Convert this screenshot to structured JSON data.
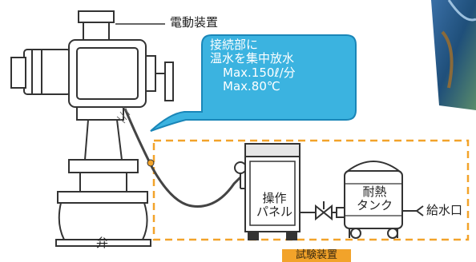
{
  "labels": {
    "actuator": "電動装置",
    "valve": "弁",
    "panel_line1": "操作",
    "panel_line2": "パネル",
    "tank_line1": "耐熱",
    "tank_line2": "タンク",
    "water_inlet": "給水口",
    "test_equipment": "試験装置"
  },
  "callout": {
    "line1": "接続部に",
    "line2": "温水を集中放水",
    "spec1": "Max.150ℓ/分",
    "spec2": "Max.80℃"
  },
  "colors": {
    "callout_fill": "#3bb3e0",
    "callout_border": "#1a86b8",
    "dashed_frame": "#f2a32a",
    "badge": "#f2a32a",
    "line_art": "#333333"
  }
}
